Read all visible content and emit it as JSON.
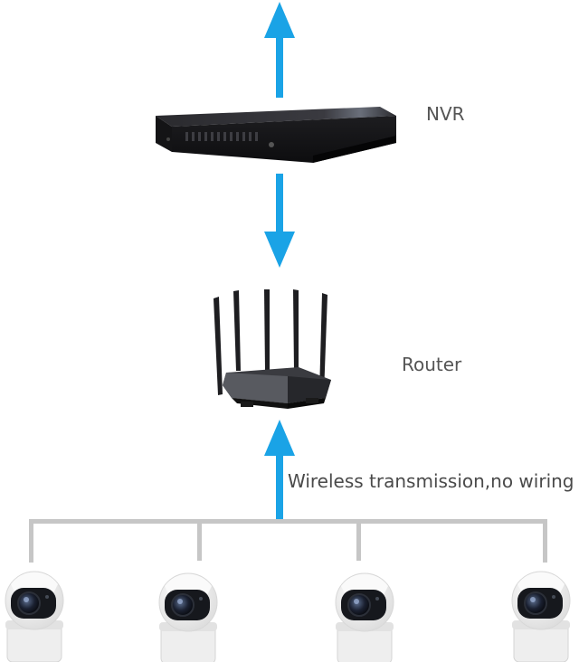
{
  "nodes": {
    "nvr": {
      "label": "NVR",
      "icon": "nvr-device-icon"
    },
    "router": {
      "label": "Router",
      "icon": "wifi-router-icon"
    }
  },
  "link_label": "Wireless transmission,no wiring",
  "cameras": [
    {
      "icon": "security-camera-icon"
    },
    {
      "icon": "security-camera-icon"
    },
    {
      "icon": "security-camera-icon"
    },
    {
      "icon": "security-camera-icon"
    }
  ],
  "colors": {
    "arrow": "#1aa3e6",
    "bus_line": "#c6c6c6",
    "label_text": "#555555",
    "device_dark": "#1c1c1f",
    "camera_body": "#f4f4f4"
  }
}
